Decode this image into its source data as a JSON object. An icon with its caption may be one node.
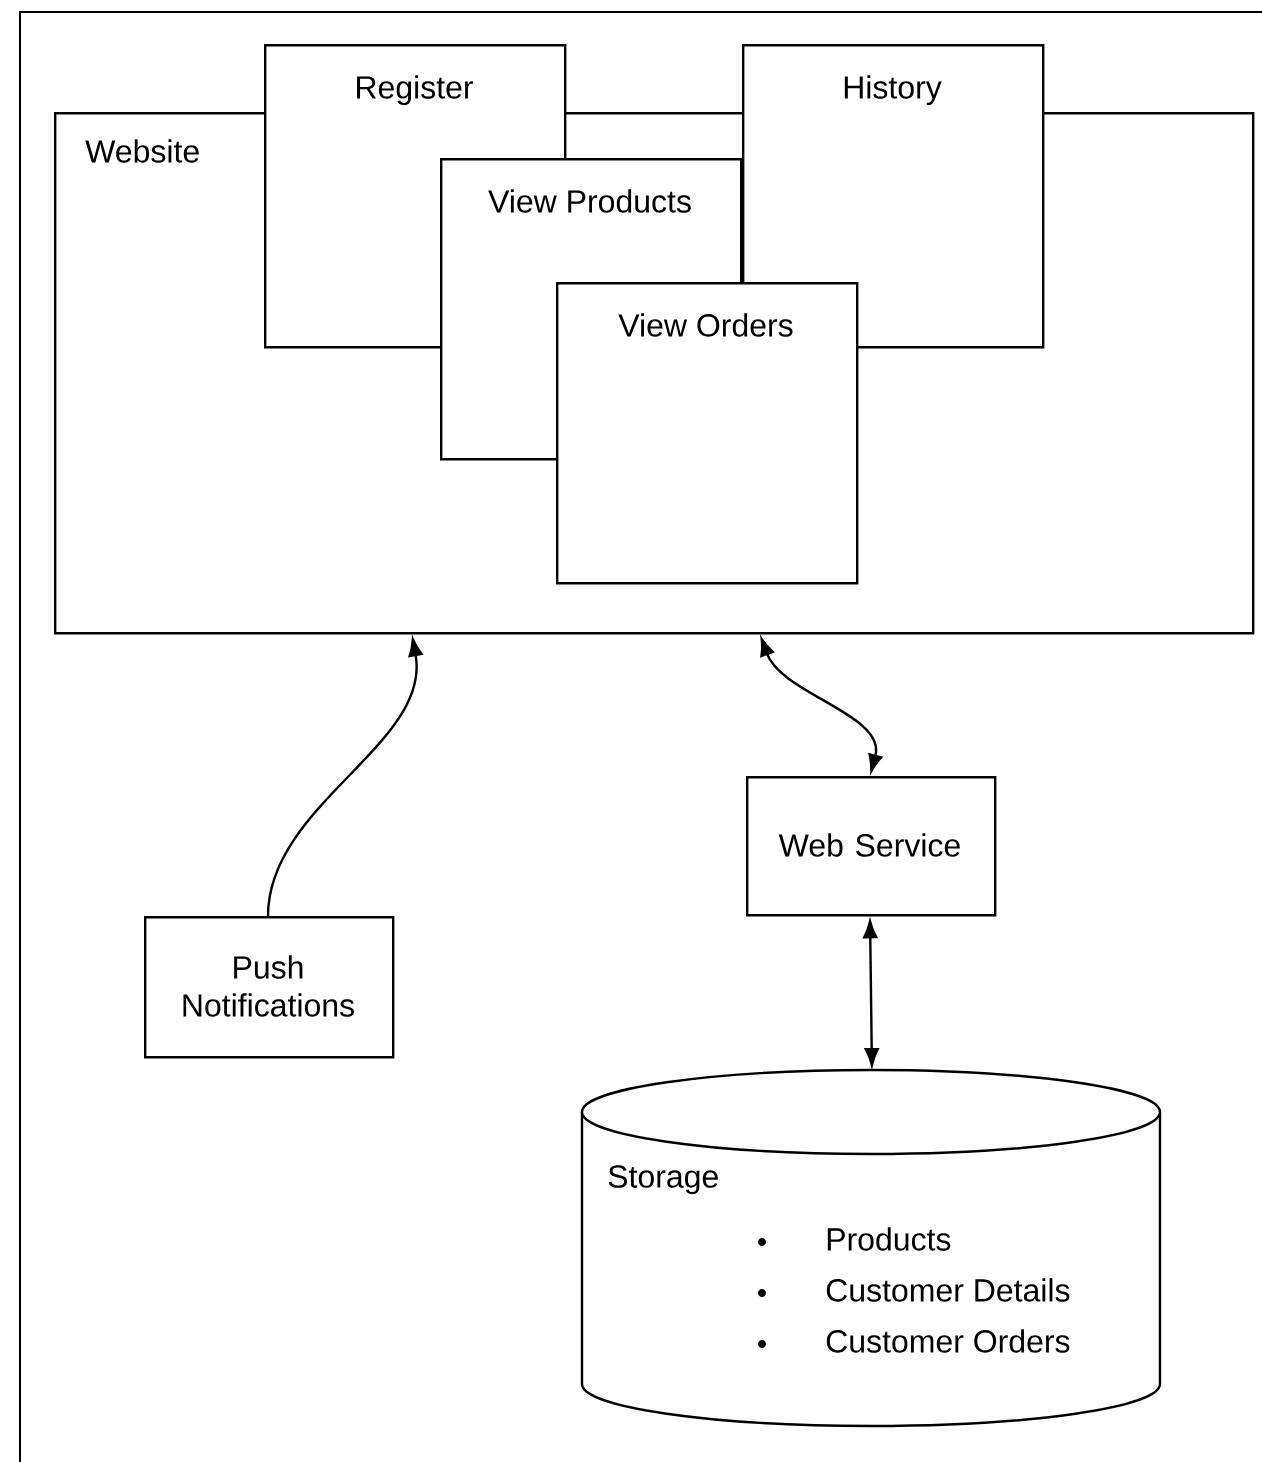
{
  "diagram": {
    "nodes": [
      {
        "text": [
          "Website"
        ]
      },
      {
        "text": [
          "Register"
        ]
      },
      {
        "text": [
          "History"
        ]
      },
      {
        "text": [
          "View Products"
        ],
        "in": 0
      },
      {
        "text": [
          "View Orders"
        ],
        "in": 0
      },
      {
        "text": [
          "Web Service"
        ]
      },
      {
        "text": [
          "Push Notifications"
        ]
      },
      {
        "text": [
          "Storage",
          "Products",
          "Customer Details",
          "Customer Orders"
        ]
      }
    ],
    "edges": [
      {
        "from": 6,
        "to": 0,
        "arrow": "to"
      },
      {
        "from": 0,
        "to": 5,
        "arrow": "both"
      },
      {
        "from": 5,
        "to": 7,
        "arrow": "both"
      }
    ]
  }
}
